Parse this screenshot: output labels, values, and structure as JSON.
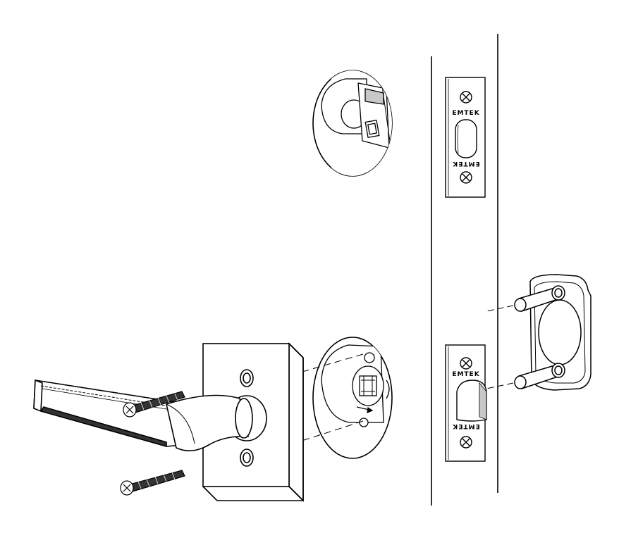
{
  "diagram": {
    "type": "lever handle installation exploded view",
    "brand_marks": {
      "strike_plate_top": "EMTEK",
      "strike_plate_bottom": "EMTEK",
      "latch_plate_top": "EMTEK",
      "latch_plate_bottom": "EMTEK"
    },
    "colors": {
      "stroke": "#000000",
      "fill": "#ffffff",
      "shade": "#c8c8c8",
      "dark": "#333333"
    },
    "icons": [
      "phillips-screw-icon",
      "direction-arrow-icon"
    ]
  }
}
